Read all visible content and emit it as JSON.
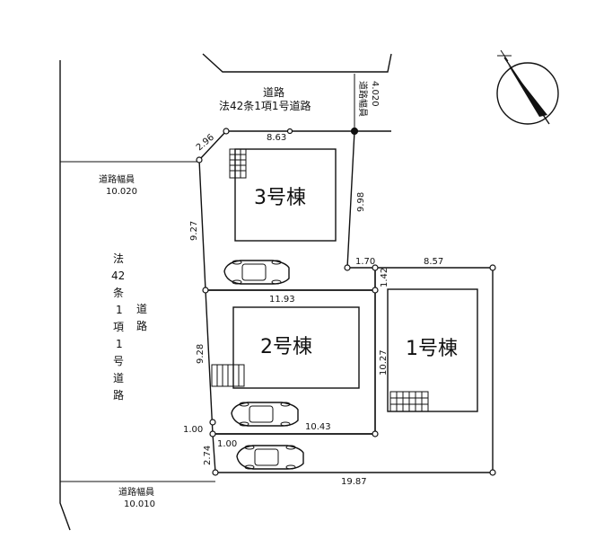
{
  "road_top": {
    "label": "道路",
    "law": "法42条1項1号道路",
    "width_label": "道路幅員",
    "width_value": "4.020"
  },
  "road_left": {
    "law_vertical": [
      "法",
      "42",
      "条",
      "1",
      "項",
      "1",
      "号",
      "道",
      "路"
    ],
    "law_vertical_right": [
      "道",
      "路"
    ],
    "width_upper_label": "道路幅員",
    "width_upper_value": "10.020",
    "width_lower_label": "道路幅員",
    "width_lower_value": "10.010"
  },
  "buildings": {
    "b3": "3号棟",
    "b2": "2号棟",
    "b1": "1号棟"
  },
  "dimensions": {
    "d296": "2.96",
    "d863": "8.63",
    "d998": "9.98",
    "d927": "9.27",
    "d170": "1.70",
    "d857": "8.57",
    "d142": "1.42",
    "d1193": "11.93",
    "d928": "9.28",
    "d1027": "10.27",
    "d100a": "1.00",
    "d100b": "1.00",
    "d1043": "10.43",
    "d274": "2.74",
    "d1987": "19.87"
  },
  "icons": [
    "north-arrow-icon",
    "car-icon",
    "stairs-icon"
  ]
}
